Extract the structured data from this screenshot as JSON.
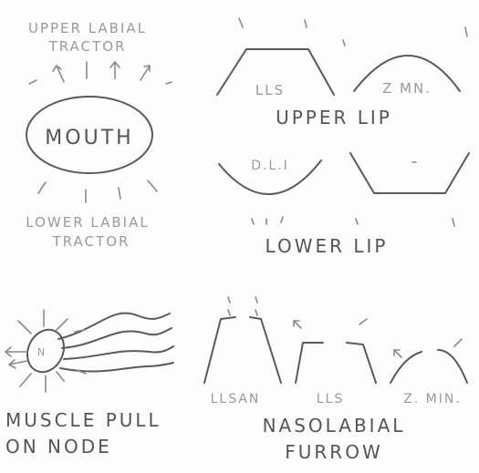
{
  "upper_labial_tractor": {
    "line1": "UPPER LABIAL",
    "line2": "TRACTOR"
  },
  "mouth": {
    "label": "MOUTH"
  },
  "lower_labial_tractor": {
    "line1": "LOWER LABIAL",
    "line2": "TRACTOR"
  },
  "upper_lip": {
    "title": "UPPER LIP",
    "left_label": "LLS",
    "right_label": "Z MN."
  },
  "lower_lip": {
    "title": "LOWER LIP",
    "left_label": "D.L.I"
  },
  "muscle_pull": {
    "node_label": "N",
    "line1": "MUSCLE PULL",
    "line2": "ON NODE"
  },
  "nasolabial": {
    "line1": "NASOLABIAL",
    "line2": "FURROW",
    "labels": [
      "LLSAN",
      "LLS",
      "Z. MIN."
    ]
  }
}
